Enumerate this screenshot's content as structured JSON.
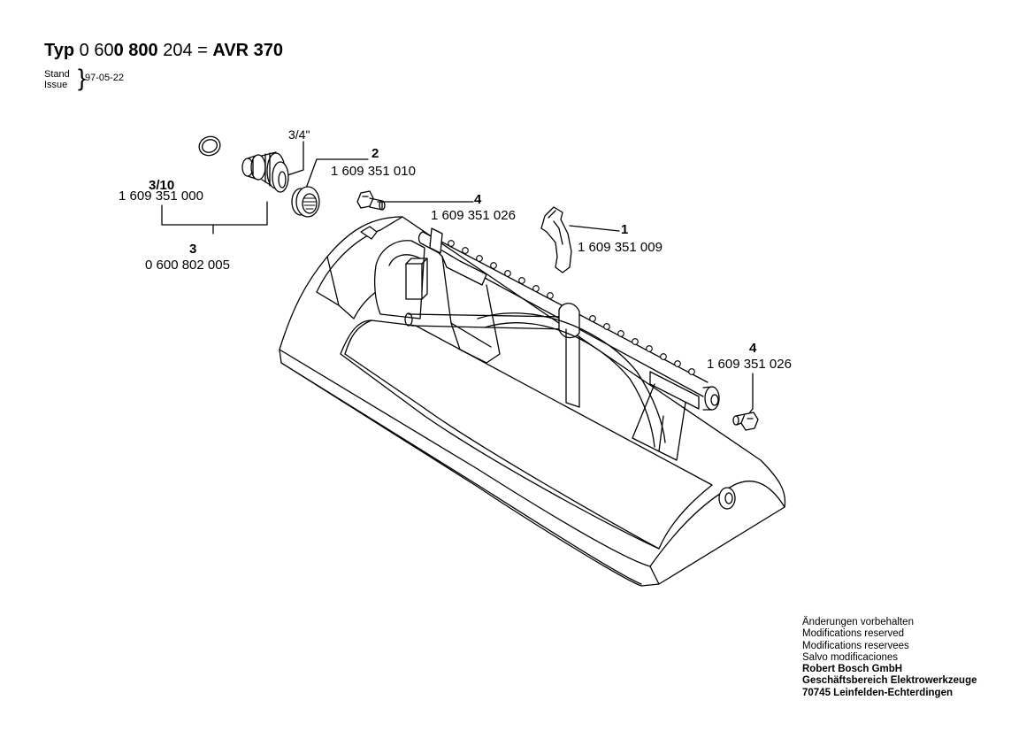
{
  "header": {
    "typ_label": "Typ",
    "typ_prefix": "0 60",
    "typ_bold1": "0 800",
    "typ_mid": "204 =",
    "typ_model": "AVR 370",
    "stand_label": "Stand",
    "issue_label": "Issue",
    "issue_date": "97-05-22"
  },
  "labels": {
    "thread_size": "3/4\"",
    "p2_num": "2",
    "p2_part": "1 609 351 010",
    "p310_num": "3/10",
    "p310_part": "1 609 351 000",
    "p3_num": "3",
    "p3_part": "0 600 802 005",
    "p4a_num": "4",
    "p4a_part": "1 609 351 026",
    "p1_num": "1",
    "p1_part": "1 609 351 009",
    "p4b_num": "4",
    "p4b_part": "1 609 351 026"
  },
  "footer": {
    "line1": "Änderungen vorbehalten",
    "line2": "Modifications reserved",
    "line3": "Modifications reservees",
    "line4": "Salvo modificaciones",
    "line5": "Robert Bosch GmbH",
    "line6": "Geschäftsbereich Elektrowerkzeuge",
    "line7": "70745 Leinfelden-Echterdingen"
  }
}
